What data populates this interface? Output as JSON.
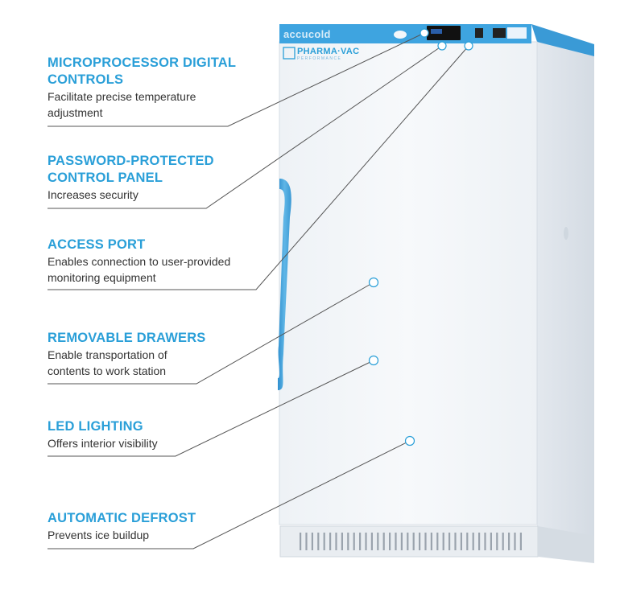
{
  "product": {
    "brand": "accucold",
    "line": "PHARMA·VAC",
    "line_sub": "PERFORMANCE"
  },
  "features": [
    {
      "title_line1": "MICROPROCESSOR DIGITAL",
      "title_line2": "CONTROLS",
      "desc_line1": "Facilitate precise temperature",
      "desc_line2": "adjustment"
    },
    {
      "title_line1": "PASSWORD-PROTECTED",
      "title_line2": "CONTROL PANEL",
      "desc_line1": "Increases security"
    },
    {
      "title_line1": "ACCESS PORT",
      "desc_line1": "Enables connection to user-provided",
      "desc_line2": "monitoring equipment"
    },
    {
      "title_line1": "REMOVABLE DRAWERS",
      "desc_line1": "Enable transportation of",
      "desc_line2": "contents to work station"
    },
    {
      "title_line1": "LED LIGHTING",
      "desc_line1": "Offers interior visibility"
    },
    {
      "title_line1": "AUTOMATIC DEFROST",
      "desc_line1": "Prevents ice buildup"
    }
  ],
  "colors": {
    "accent": "#2a9fd8",
    "text": "#333333",
    "leader": "#555555",
    "cabinet": "#f3f6f9",
    "handle": "#4aa6dc"
  }
}
